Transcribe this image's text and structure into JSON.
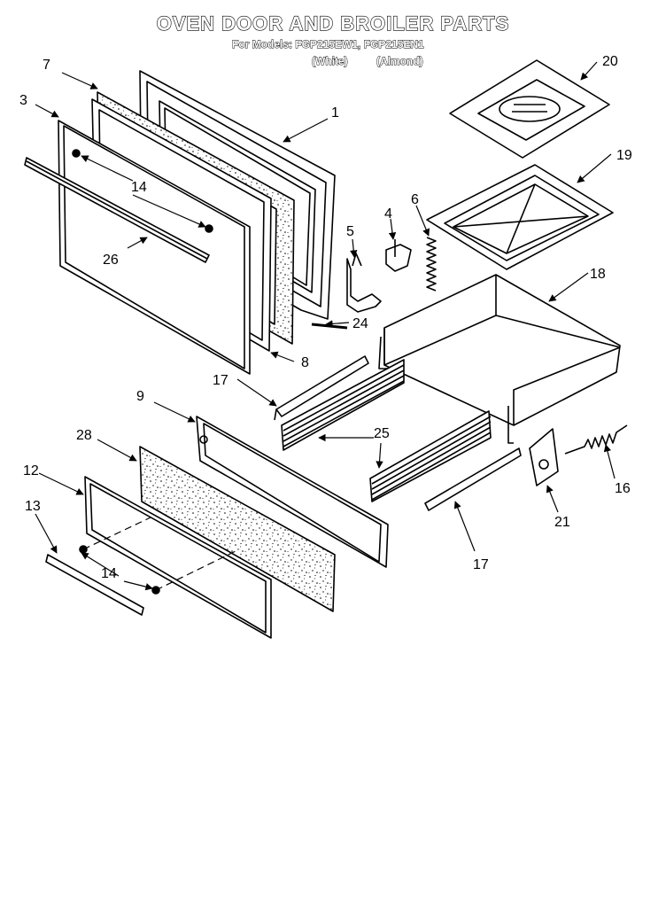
{
  "title": "OVEN DOOR AND BROILER PARTS",
  "models_line": "For Models: FGP215EW1, FGP215EN1",
  "colors": {
    "white": "(White)",
    "almond": "(Almond)"
  },
  "callouts": {
    "c1": "1",
    "c3": "3",
    "c4": "4",
    "c5": "5",
    "c6": "6",
    "c7": "7",
    "c8": "8",
    "c9": "9",
    "c12": "12",
    "c13": "13",
    "c14a": "14",
    "c14b": "14",
    "c16": "16",
    "c17a": "17",
    "c17b": "17",
    "c18": "18",
    "c19": "19",
    "c20": "20",
    "c21": "21",
    "c24": "24",
    "c25": "25",
    "c26": "26",
    "c28": "28"
  }
}
